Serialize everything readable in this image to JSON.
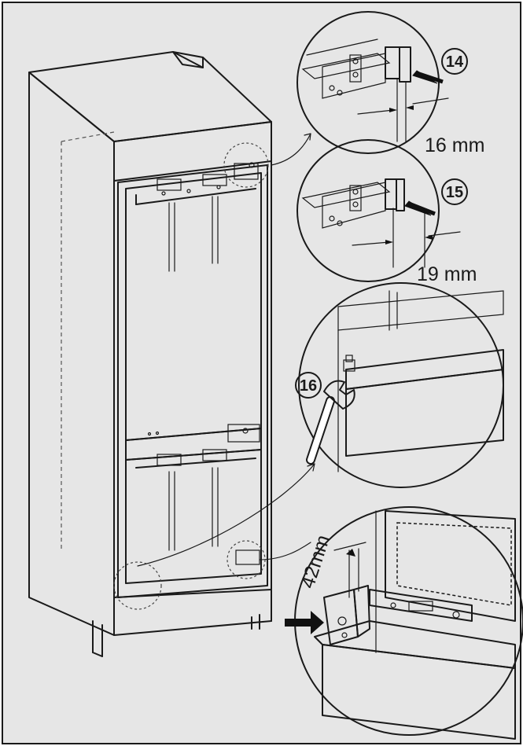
{
  "steps": [
    {
      "number": "14",
      "dimension": "16 mm"
    },
    {
      "number": "15",
      "dimension": "19 mm"
    },
    {
      "number": "16",
      "dimension": ""
    },
    {
      "number": "",
      "dimension": "42mm"
    }
  ],
  "colors": {
    "line": "#1a1a1a",
    "panel": "#e6e6e6",
    "background": "#ffffff",
    "arrow": "#111111"
  }
}
